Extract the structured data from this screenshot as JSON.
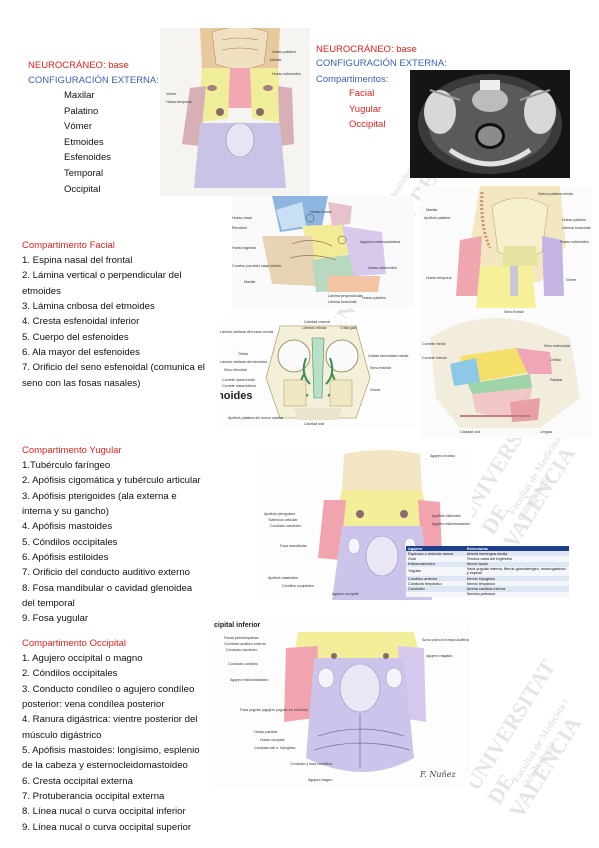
{
  "block1": {
    "title": "NEUROCRÁNEO: base",
    "subtitle": "CONFIGURACIÓN EXTERNA:",
    "bones": [
      "Maxilar",
      "Palatino",
      "Vómer",
      "Etmoides",
      "Esfenoides",
      "Temporal",
      "Occipital"
    ]
  },
  "block2": {
    "title": "NEUROCRÁNEO: base",
    "subtitle": "CONFIGURACIÓN EXTERNA:",
    "comp_label": "Compartimentos:",
    "comps": [
      "Facial",
      "Yugular",
      "Occipital"
    ]
  },
  "facial": {
    "title": "Compartimento Facial",
    "items": [
      "1. Espina nasal del frontal",
      "2. Lámina vertical o perpendicular del",
      "etmoides",
      "3. Lámina cribosa del etmoides",
      "4. Cresta esfenoidal inferior",
      "5. Cuerpo del esfenoides",
      "6. Ala mayor del esfenoides",
      "7. Orificio del seno esfenoidal (comunica el",
      "seno con las fosas nasales)"
    ]
  },
  "yugular": {
    "title": "Compartimento Yugular",
    "items": [
      "1.Tubérculo faríngeo",
      "2. Apófisis cigomática y tubérculo articular",
      "3. Apófisis pterigoides (ala externa e",
      "interna y su gancho)",
      "4. Apófisis mastoides",
      "5. Cóndilos occipitales",
      "6. Apófisis estiloides",
      "7. Orificio del conducto auditivo externo",
      "8. Fosa mandibular o cavidad glenoidea",
      "del temporal",
      "9. Fosa yugular"
    ]
  },
  "occipital": {
    "title": "Compartimento Occipital",
    "items": [
      "1. Agujero occipital o magno",
      "2. Cóndilos occipitales",
      "3. Conducto condíleo o agujero condíleo",
      "posterior: vena condílea posterior",
      "4. Ranura digástrica: vientre posterior del",
      "músculo digástrico",
      "5. Apófisis mastoides: longísimo, esplenio",
      "de la cabeza y esternocleidomastoideo",
      "6. Cresta occipital externa",
      "7. Protuberancia occipital externa",
      "8. Línea nucal o curva occipital inferior",
      "9. Línea nucal o curva occipital superior"
    ]
  },
  "fig1": {
    "l1": "Hueso palatino",
    "l2": "Maxilar",
    "l3": "Hueso temporal",
    "l4": "Vómer",
    "l5": "Hueso esfenoides"
  },
  "fig3": {
    "l1": "Hueso frontal",
    "l2": "Hueso nasal",
    "l3": "Etmoides",
    "l4": "Hueso lagrimal",
    "l5": "Concha (cornete) nasal inferior",
    "l6": "Maxilar",
    "l7": "Agujeros esfenopalatinos",
    "l8": "Hueso esfenoides",
    "l9": "Lámina perpendicular",
    "l10": "Lámina horizontal",
    "l11": "Hueso palatino"
  },
  "fig4": {
    "l1": "Sutura palatina media",
    "l2": "Maxilar",
    "l3": "Apófisis palatina",
    "l4": "Hueso palatino",
    "l5": "Lámina horizontal",
    "l6": "Hueso esfenoides",
    "l7": "Hueso temporal",
    "l8": "Vómer"
  },
  "fig5": {
    "l1": "Cavidad craneal",
    "l2": "Lámina cribosa",
    "l3": "Crista galli",
    "l4": "Lámina orbitaria del hueso frontal",
    "l5": "Órbita",
    "l6": "Lámina orbitaria del etmoides",
    "l7": "Seno etmoidal",
    "l8": "Cornete nasal medio",
    "l9": "Cornete nasal inferior",
    "l10": "Cavidad oral",
    "l11": "Celdas etmoidales media",
    "l12": "Seno maxilar",
    "l13": "Vómer",
    "l14": "Apófisis palatina del hueso maxilar",
    "big": "moides"
  },
  "fig6": {
    "l1": "Seno frontal",
    "l2": "Cornete medio",
    "l3": "Cornete inferior",
    "l4": "Seno esfenoidal",
    "l5": "Orificio",
    "l6": "Paladar",
    "l7": "Cavidad oral",
    "l8": "Lengua"
  },
  "fig7": {
    "l1": "Agujero incisivo",
    "l2": "Apófisis pterigoides",
    "l3": "Tubérculo articular",
    "l4": "Conducto carotídeo",
    "l5": "Fosa mandibular",
    "l6": "Apófisis estiloides",
    "l7": "Agujero estilomastoideo",
    "l8": "Apófisis mastoides",
    "l9": "Cóndilos occipitales",
    "l10": "Agujero occipital"
  },
  "fig8": {
    "title": "cipital inferior",
    "l1": "Fisura petrotimpánica",
    "l2": "Conducto auditivo externo",
    "l3": "Conducto carotídeo",
    "l4": "Conducto condíleo",
    "l5": "Agujero estilomastoideo",
    "l6": "Fosa yugular (agujero yugular en el fondo)",
    "l7": "Hueso parietal",
    "l8": "Hueso occipital",
    "l9": "Conducto del n. hipogloso",
    "l10": "Conducto y fosa condíleos",
    "l11": "Agujero magno",
    "l12": "Surco para la trompa auditiva",
    "l13": "Agujero rasgado"
  },
  "table": {
    "headers": [
      "Agujero",
      "Estructuras"
    ],
    "rows": [
      [
        "Espinoso o redondo menor",
        "Arteria meníngea media"
      ],
      [
        "Oval",
        "Tercera rama del trigémino"
      ],
      [
        "Estilomastoideo",
        "Nervio facial"
      ],
      [
        "Yugular",
        "Vena yugular interna, Nervio glosofaríngeo, neumogástrico y espinal"
      ],
      [
        "Condíleo anterior",
        "Nervio hipogloso"
      ],
      [
        "Conducto timpánico",
        "Nervio timpánico"
      ],
      [
        "Carotídeo",
        "Arteria carótida interna"
      ],
      [
        "",
        "Nervios petrosos"
      ]
    ]
  },
  "watermark": {
    "t1": "UNIVERSITAT DE VALÈNCIA",
    "t2": "Facultat de Medicina i Odontologia"
  },
  "signature": "F. Nuñez",
  "colors": {
    "red_title": "#d9251d",
    "blue_title": "#3a62b5",
    "table_header": "#1e3f8a"
  }
}
